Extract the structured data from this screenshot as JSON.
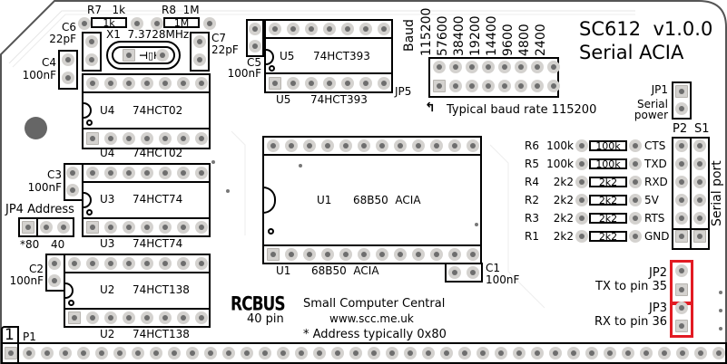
{
  "board": {
    "name": "SC612",
    "version": "v1.0.0",
    "subtitle": "Serial ACIA",
    "maker": "Small Computer Central",
    "url": "www.scc.me.uk",
    "address_note": "* Address typically 0x80",
    "bus_logo": "RCBUS",
    "bus_pins": "40 pin",
    "pin1_marker": "1",
    "bus_connector": "P1",
    "colors": {
      "highlight": "#e21b23",
      "pad": "#d4d2cf",
      "pad_hole": "#6e6e6e",
      "silkscreen": "#000000"
    }
  },
  "resistors_top": [
    {
      "ref": "R7",
      "value": "1k",
      "body": "1k"
    },
    {
      "ref": "R8",
      "value": "1M",
      "body": "1M"
    }
  ],
  "crystal": {
    "ref": "X1",
    "value": "7.3728MHz"
  },
  "capacitors": {
    "c6": {
      "ref": "C6",
      "value": "22pF"
    },
    "c7": {
      "ref": "C7",
      "value": "22pF"
    },
    "c4": {
      "ref": "C4",
      "value": "100nF"
    },
    "c5": {
      "ref": "C5",
      "value": "100nF"
    },
    "c3": {
      "ref": "C3",
      "value": "100nF"
    },
    "c2": {
      "ref": "C2",
      "value": "100nF"
    },
    "c1": {
      "ref": "C1",
      "value": "100nF"
    }
  },
  "chips": {
    "u4": {
      "ref": "U4",
      "part": "74HCT02"
    },
    "u5": {
      "ref": "U5",
      "part": "74HCT393"
    },
    "u3": {
      "ref": "U3",
      "part": "74HCT74"
    },
    "u2": {
      "ref": "U2",
      "part": "74HCT138"
    },
    "u1": {
      "ref": "U1",
      "part": "68B50  ACIA"
    }
  },
  "baud": {
    "header": "Baud",
    "rates": [
      "115200",
      "57600",
      "38400",
      "19200",
      "14400",
      "9600",
      "4800",
      "2400"
    ],
    "jumper": "JP5",
    "note": "Typical baud rate 115200"
  },
  "jp1": {
    "ref": "JP1",
    "line1": "Serial",
    "line2": "power"
  },
  "jp4": {
    "ref": "JP4",
    "label": "Address",
    "options": [
      "*80",
      "40"
    ]
  },
  "serial": {
    "p2": "P2",
    "s1": "S1",
    "port_label": "Serial port",
    "rows": [
      {
        "ref": "R6",
        "value": "100k",
        "body": "100k",
        "signal": "CTS"
      },
      {
        "ref": "R5",
        "value": "100k",
        "body": "100k",
        "signal": "TXD"
      },
      {
        "ref": "R4",
        "value": "2k2",
        "body": "2k2",
        "signal": "RXD"
      },
      {
        "ref": "R2",
        "value": "2k2",
        "body": "2k2",
        "signal": "5V"
      },
      {
        "ref": "R3",
        "value": "2k2",
        "body": "2k2",
        "signal": "RTS"
      },
      {
        "ref": "R1",
        "value": "2k2",
        "body": "2k2",
        "signal": "GND"
      }
    ]
  },
  "jp2": {
    "ref": "JP2",
    "desc": "TX to pin 35"
  },
  "jp3": {
    "ref": "JP3",
    "desc": "RX to pin 36"
  }
}
